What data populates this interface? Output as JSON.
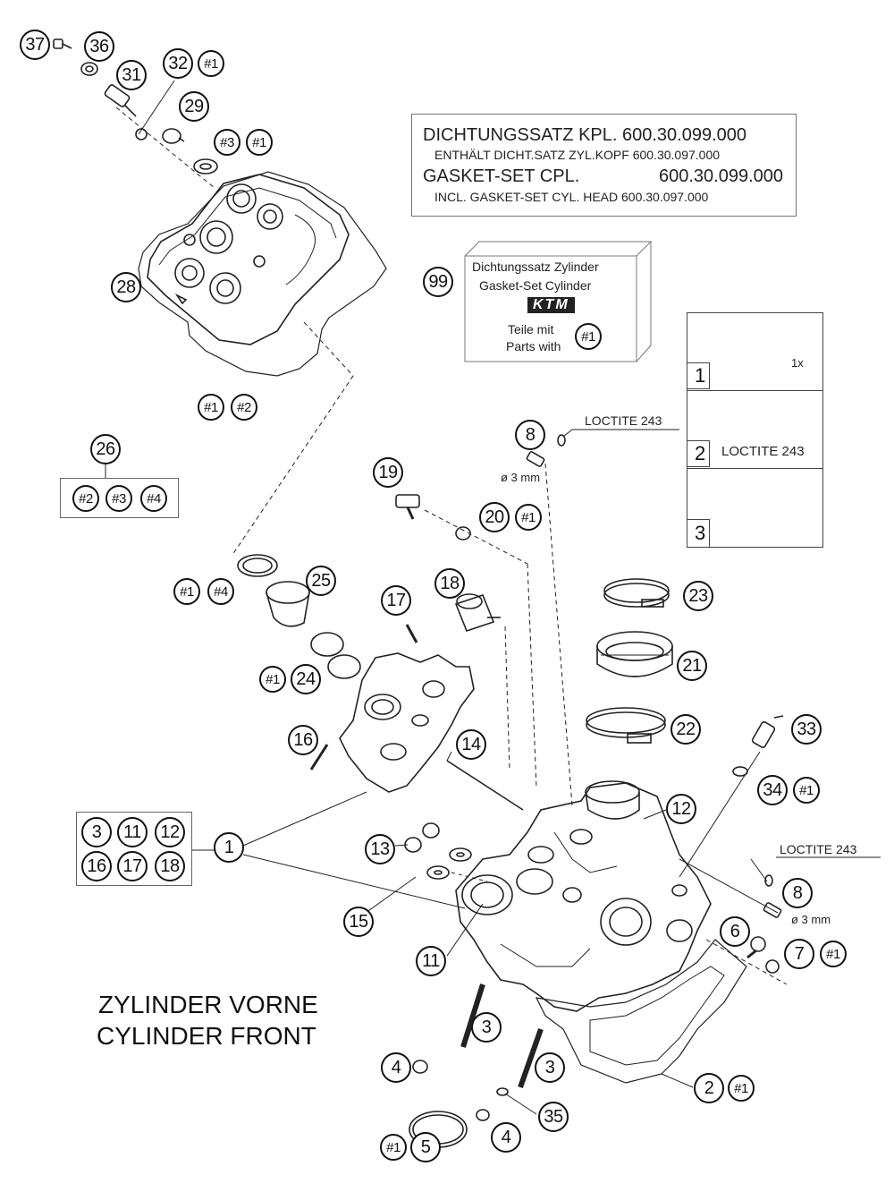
{
  "gasket_info": {
    "line1": "DICHTUNGSSATZ KPL. 600.30.099.000",
    "line2": "ENTHÄLT DICHT.SATZ ZYL.KOPF 600.30.097.000",
    "line3_left": "GASKET-SET CPL.",
    "line3_right": "600.30.099.000",
    "line4": "INCL. GASKET-SET CYL. HEAD 600.30.097.000"
  },
  "kit99": {
    "callout": "99",
    "title_de": "Dichtungssatz Zylinder",
    "title_en": "Gasket-Set Cylinder",
    "logo": "KTM",
    "parts_de": "Teile mit",
    "parts_en": "Parts with",
    "ref": "#1"
  },
  "loctite_label": "LOCTITE 243",
  "diameter_label": "ø 3 mm",
  "steps": [
    {
      "num": "1",
      "note": "1x"
    },
    {
      "num": "2",
      "note": "LOCTITE 243"
    },
    {
      "num": "3",
      "note": ""
    }
  ],
  "group26": {
    "callout": "26",
    "items": [
      "#2",
      "#3",
      "#4"
    ]
  },
  "group1": {
    "items": [
      "3",
      "11",
      "12",
      "16",
      "17",
      "18"
    ]
  },
  "title": {
    "line1": "ZYLINDER VORNE",
    "line2": "CYLINDER FRONT"
  },
  "callouts": {
    "c1": "1",
    "c2": "2",
    "c3a": "3",
    "c3b": "3",
    "c4a": "4",
    "c4b": "4",
    "c5": "5",
    "c6": "6",
    "c7": "7",
    "c8a": "8",
    "c8b": "8",
    "c11": "11",
    "c12": "12",
    "c13": "13",
    "c14": "14",
    "c15": "15",
    "c16": "16",
    "c17": "17",
    "c18": "18",
    "c19": "19",
    "c20": "20",
    "c21": "21",
    "c22": "22",
    "c23": "23",
    "c24": "24",
    "c25": "25",
    "c28": "28",
    "c29": "29",
    "c31": "31",
    "c32": "32",
    "c33": "33",
    "c34": "34",
    "c35": "35",
    "c36": "36",
    "c37": "37"
  },
  "refs": {
    "r32": "#1",
    "r3x": "#3",
    "r3y": "#1",
    "r1a": "#1",
    "r2a": "#2",
    "r20": "#1",
    "r1b": "#1",
    "r4b": "#4",
    "r24": "#1",
    "r34": "#1",
    "r7": "#1",
    "r2c": "#1",
    "r5": "#1"
  }
}
